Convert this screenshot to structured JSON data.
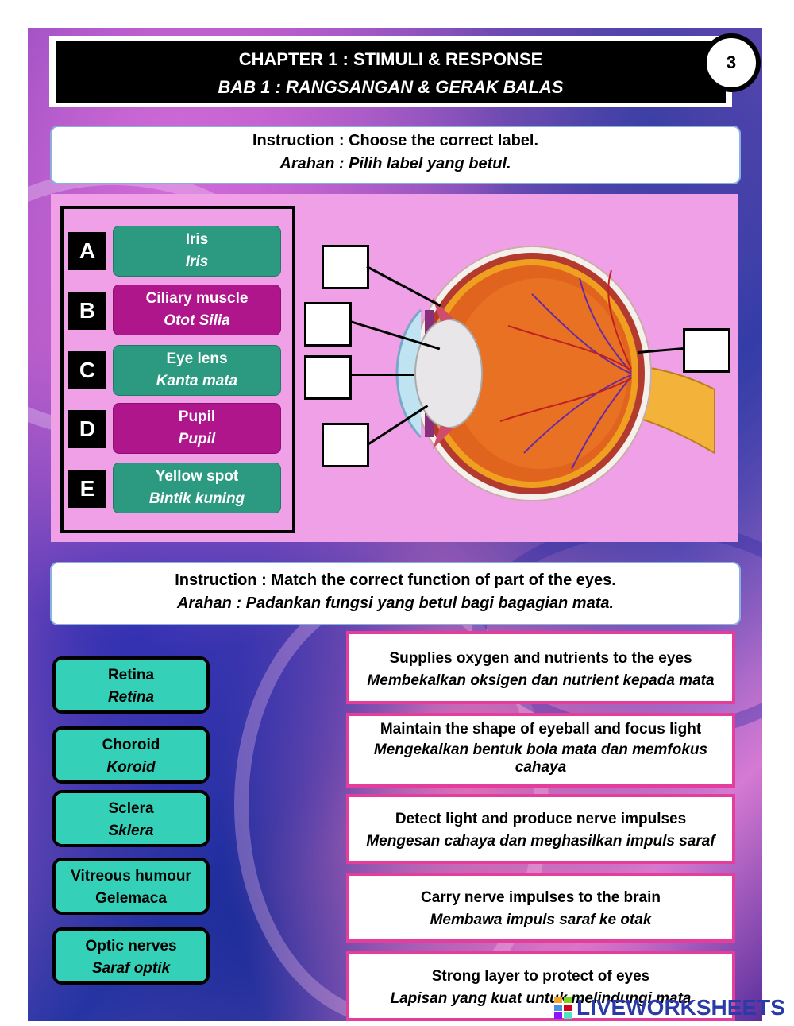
{
  "header": {
    "title_en": "CHAPTER 1 : STIMULI & RESPONSE",
    "title_ms": "BAB 1 : RANGSANGAN & GERAK BALAS",
    "page_number": "3"
  },
  "instruction1": {
    "en": "Instruction : Choose the correct label.",
    "ms": "Arahan : Pilih label yang betul."
  },
  "labels": [
    {
      "letter": "A",
      "en": "Iris",
      "ms": "Iris",
      "color": "#2b9a80"
    },
    {
      "letter": "B",
      "en": "Ciliary muscle",
      "ms": "Otot Silia",
      "color": "#b0168c"
    },
    {
      "letter": "C",
      "en": "Eye lens",
      "ms": "Kanta mata",
      "color": "#2b9a80"
    },
    {
      "letter": "D",
      "en": "Pupil",
      "ms": "Pupil",
      "color": "#b0168c"
    },
    {
      "letter": "E",
      "en": "Yellow spot",
      "ms": "Bintik kuning",
      "color": "#2b9a80"
    }
  ],
  "instruction2": {
    "en": "Instruction : Match the correct function of part of the eyes.",
    "ms": "Arahan : Padankan fungsi yang betul bagi bagagian mata."
  },
  "parts": [
    {
      "en": "Retina",
      "ms": "Retina"
    },
    {
      "en": "Choroid",
      "ms": "Koroid"
    },
    {
      "en": "Sclera",
      "ms": "Sklera"
    },
    {
      "en": "Vitreous humour",
      "ms": "Gelemaca"
    },
    {
      "en": "Optic nerves",
      "ms": "Saraf optik"
    }
  ],
  "functions": [
    {
      "en": "Supplies oxygen and nutrients to the eyes",
      "ms": "Membekalkan oksigen dan nutrient kepada mata"
    },
    {
      "en": "Maintain the shape of eyeball and focus light",
      "ms": "Mengekalkan bentuk bola mata dan memfokus cahaya"
    },
    {
      "en": "Detect light and produce nerve impulses",
      "ms": "Mengesan cahaya dan meghasilkan impuls saraf"
    },
    {
      "en": "Carry nerve impulses to the brain",
      "ms": "Membawa impuls saraf ke otak"
    },
    {
      "en": "Strong layer to protect of eyes",
      "ms": "Lapisan yang kuat untuk melindungi mata"
    }
  ],
  "watermark": "LIVEWORKSHEETS",
  "colors": {
    "teal": "#2b9a80",
    "magenta": "#b0168c",
    "match_teal": "#34d1b8",
    "func_border": "#e53d9b",
    "panel": "#efa0e6"
  }
}
